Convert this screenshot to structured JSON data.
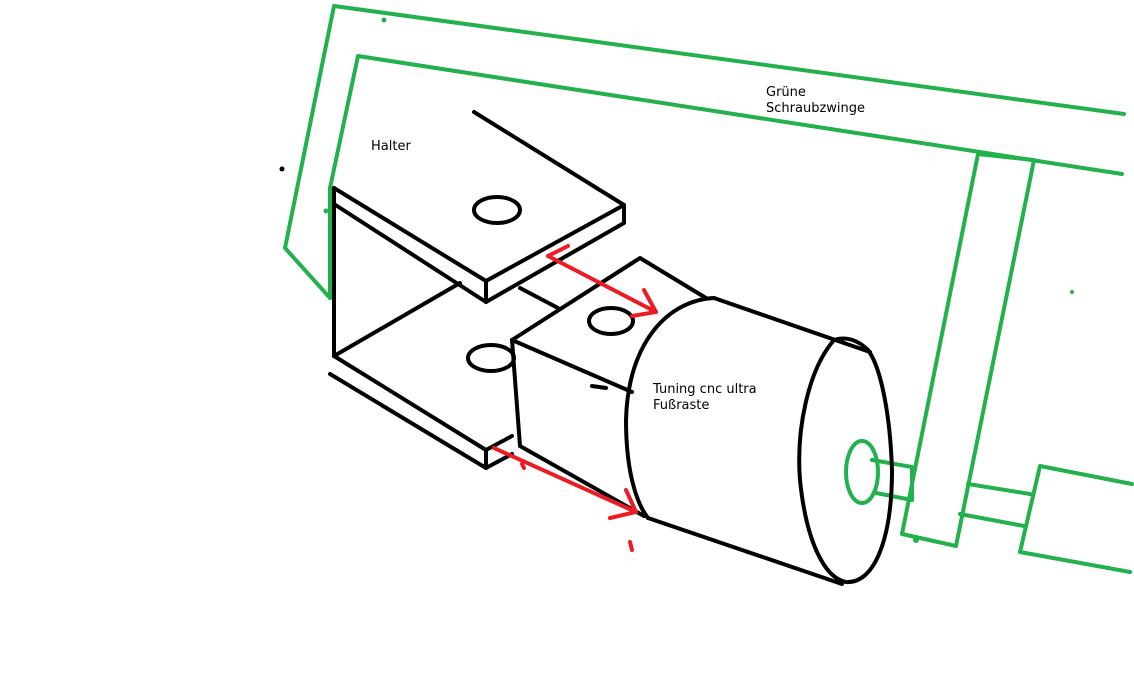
{
  "labels": {
    "halter": "Halter",
    "zwinge_line1": "Grüne",
    "zwinge_line2": "Schraubzwinge",
    "fussraste_line1": "Tuning cnc ultra",
    "fussraste_line2": "Fußraste"
  },
  "colors": {
    "clamp": "#22b14c",
    "arrows": "#ed1c24",
    "outline": "#000000"
  }
}
